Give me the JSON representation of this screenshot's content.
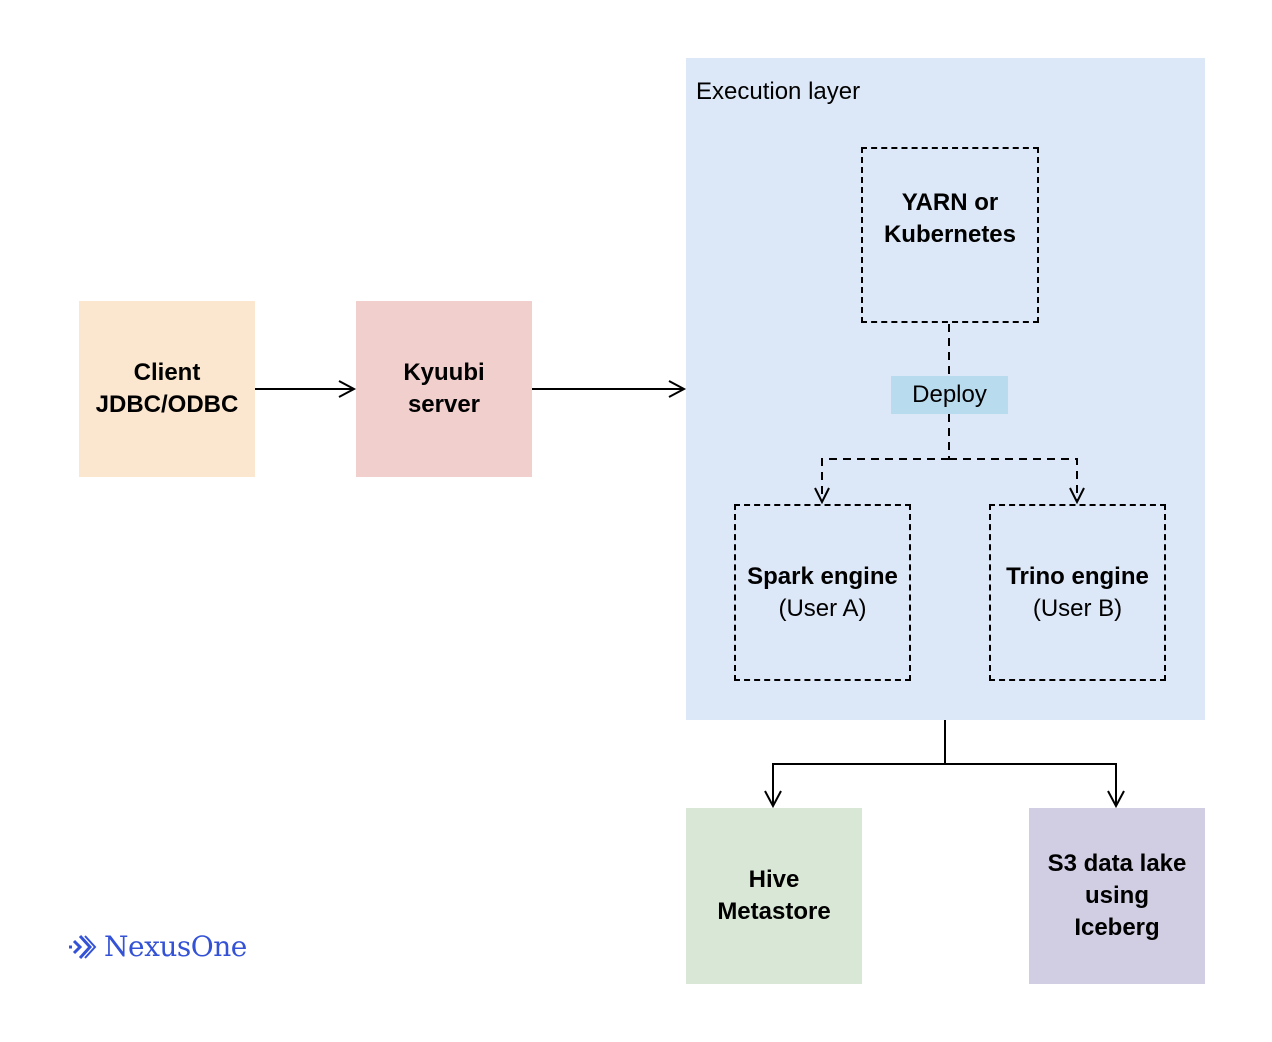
{
  "diagram": {
    "nodes": {
      "client": {
        "lines": [
          "Client",
          "JDBC/ODBC"
        ],
        "color": "#fbe6cf"
      },
      "kyuubi": {
        "lines": [
          "Kyuubi",
          "server"
        ],
        "color": "#f0cfcd"
      },
      "execution_layer": {
        "label": "Execution layer",
        "color": "#dce7f7"
      },
      "orchestrator": {
        "lines": [
          "YARN or",
          "Kubernetes"
        ],
        "style": "dashed"
      },
      "deploy": {
        "label": "Deploy",
        "color": "#b9dbee"
      },
      "spark": {
        "title": "Spark engine",
        "subtitle": "(User A)",
        "style": "dashed"
      },
      "trino": {
        "title": "Trino engine",
        "subtitle": "(User B)",
        "style": "dashed"
      },
      "hive": {
        "lines": [
          "Hive",
          "Metastore"
        ],
        "color": "#d9e7d6"
      },
      "s3": {
        "lines": [
          "S3 data lake",
          "using",
          "Iceberg"
        ],
        "color": "#d1cee3"
      }
    },
    "edges": [
      {
        "from": "client",
        "to": "kyuubi",
        "style": "solid"
      },
      {
        "from": "kyuubi",
        "to": "execution_layer",
        "style": "solid"
      },
      {
        "from": "orchestrator",
        "to": "deploy",
        "style": "dashed"
      },
      {
        "from": "deploy",
        "to": "spark",
        "style": "dashed"
      },
      {
        "from": "deploy",
        "to": "trino",
        "style": "dashed"
      },
      {
        "from": "execution_layer",
        "to": "hive",
        "style": "solid"
      },
      {
        "from": "execution_layer",
        "to": "s3",
        "style": "solid"
      }
    ]
  },
  "brand": {
    "name": "NexusOne",
    "color": "#3452d6"
  }
}
